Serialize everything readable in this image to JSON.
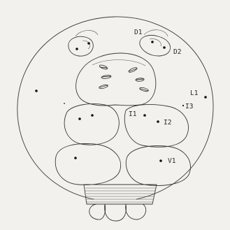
{
  "diagram": {
    "labels": {
      "D1": "D1",
      "D2": "D2",
      "L1": "L1",
      "I1": "I1",
      "I2": "I2",
      "I3": "I3",
      "V1": "V1"
    }
  },
  "colors": {
    "background": "#f2f1ee",
    "ink": "#3a3a3a"
  }
}
